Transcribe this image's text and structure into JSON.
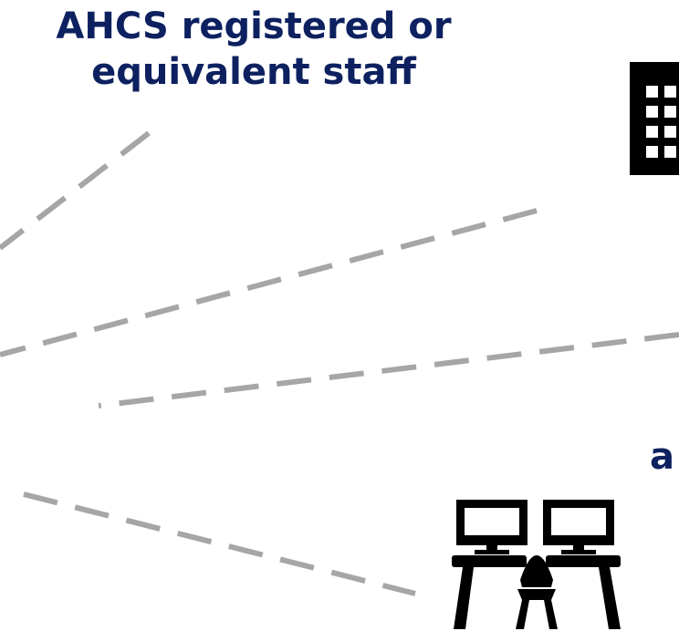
{
  "title": {
    "line1": "AHCS registered or",
    "line2": "equivalent staff"
  },
  "cut_off_text": "a",
  "colors": {
    "text": "#0d2160",
    "connector": "#a6a6a6",
    "icon": "#000000"
  },
  "icons": [
    "building-icon",
    "workstation-desks-icon"
  ]
}
